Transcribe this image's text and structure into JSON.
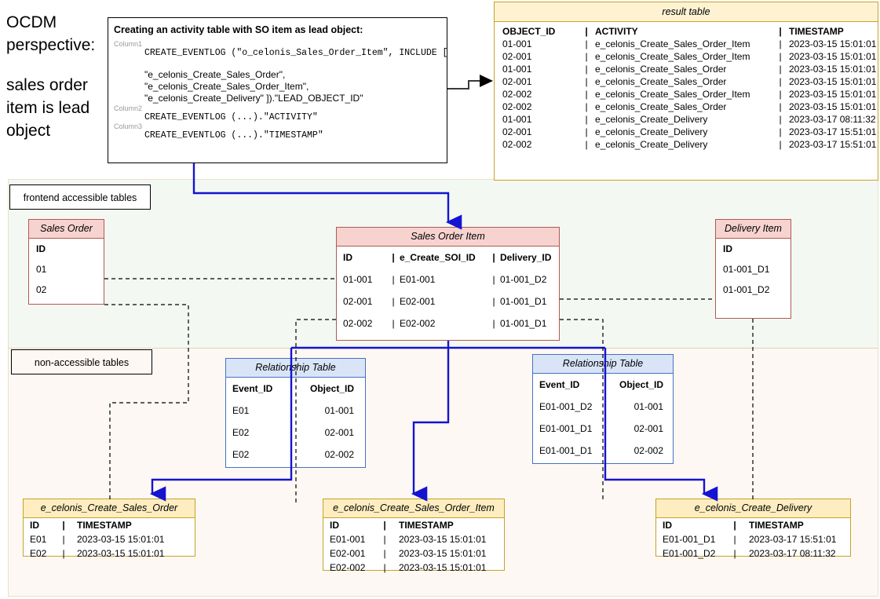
{
  "headline": {
    "line1": "OCDM",
    "line2": "perspective:",
    "line3": "sales order",
    "line4": "item is lead",
    "line5": "object"
  },
  "code_box": {
    "title": "Creating an activity table with SO item as lead object:",
    "column1_label": "Column1",
    "column1_lines": [
      "CREATE_EVENTLOG (\"o_celonis_Sales_Order_Item\", INCLUDE [",
      "\"e_celonis_Create_Sales_Order\",",
      "\"e_celonis_Create_Sales_Order_Item\",",
      "\"e_celonis_Create_Delivery\" ]).\"LEAD_OBJECT_ID\""
    ],
    "column2_label": "Column2",
    "column2_line": "CREATE_EVENTLOG (...).\"ACTIVITY\"",
    "column3_label": "Column3",
    "column3_line": "CREATE_EVENTLOG (...).\"TIMESTAMP\""
  },
  "result_table": {
    "caption": "result table",
    "columns": [
      "OBJECT_ID",
      "|",
      "ACTIVITY",
      "|",
      "TIMESTAMP"
    ],
    "rows": [
      [
        "01-001",
        "|",
        "e_celonis_Create_Sales_Order_Item",
        "|",
        "2023-03-15 15:01:01"
      ],
      [
        "02-001",
        "|",
        "e_celonis_Create_Sales_Order_Item",
        "|",
        "2023-03-15 15:01:01"
      ],
      [
        "01-001",
        "|",
        "e_celonis_Create_Sales_Order",
        "|",
        "2023-03-15 15:01:01"
      ],
      [
        "02-001",
        "|",
        "e_celonis_Create_Sales_Order",
        "|",
        "2023-03-15 15:01:01"
      ],
      [
        "02-002",
        "|",
        "e_celonis_Create_Sales_Order_Item",
        "|",
        "2023-03-15 15:01:01"
      ],
      [
        "02-002",
        "|",
        "e_celonis_Create_Sales_Order",
        "|",
        "2023-03-15 15:01:01"
      ],
      [
        "01-001",
        "|",
        "e_celonis_Create_Delivery",
        "|",
        "2023-03-17 08:11:32"
      ],
      [
        "02-001",
        "|",
        "e_celonis_Create_Delivery",
        "|",
        "2023-03-17 15:51:01"
      ],
      [
        "02-002",
        "|",
        "e_celonis_Create_Delivery",
        "|",
        "2023-03-17 15:51:01"
      ]
    ]
  },
  "zones": {
    "frontend_label": "frontend accessible tables",
    "non_accessible_label": "non-accessible tables"
  },
  "sales_order": {
    "caption": "Sales Order",
    "columns": [
      "ID"
    ],
    "rows": [
      [
        "01"
      ],
      [
        "02"
      ]
    ]
  },
  "sales_order_item": {
    "caption": "Sales Order Item",
    "columns": [
      "ID",
      "|",
      "e_Create_SOI_ID",
      "|",
      "Delivery_ID"
    ],
    "rows": [
      [
        "01-001",
        "|",
        "E01-001",
        "|",
        "01-001_D2"
      ],
      [
        "02-001",
        "|",
        "E02-001",
        "|",
        "01-001_D1"
      ],
      [
        "02-002",
        "|",
        "E02-002",
        "|",
        "01-001_D1"
      ]
    ]
  },
  "delivery_item": {
    "caption": "Delivery Item",
    "columns": [
      "ID"
    ],
    "rows": [
      [
        "01-001_D1"
      ],
      [
        "01-001_D2"
      ]
    ]
  },
  "relationship_table_1": {
    "caption": "Relationship Table",
    "columns": [
      "Event_ID",
      "Object_ID"
    ],
    "rows": [
      [
        "E01",
        "01-001"
      ],
      [
        "E02",
        "02-001"
      ],
      [
        "E02",
        "02-002"
      ]
    ]
  },
  "relationship_table_2": {
    "caption": "Relationship Table",
    "columns": [
      "Event_ID",
      "Object_ID"
    ],
    "rows": [
      [
        "E01-001_D2",
        "01-001"
      ],
      [
        "E01-001_D1",
        "02-001"
      ],
      [
        "E01-001_D1",
        "02-002"
      ]
    ]
  },
  "event_sales_order": {
    "caption": "e_celonis_Create_Sales_Order",
    "columns": [
      "ID",
      "|",
      "TIMESTAMP"
    ],
    "rows": [
      [
        "E01",
        "|",
        "2023-03-15 15:01:01"
      ],
      [
        "E02",
        "|",
        "2023-03-15 15:01:01"
      ]
    ]
  },
  "event_sales_order_item": {
    "caption": "e_celonis_Create_Sales_Order_Item",
    "columns": [
      "ID",
      "|",
      "TIMESTAMP"
    ],
    "rows": [
      [
        "E01-001",
        "|",
        "2023-03-15 15:01:01"
      ],
      [
        "E02-001",
        "|",
        "2023-03-15 15:01:01"
      ],
      [
        "E02-002",
        "|",
        "2023-03-15 15:01:01"
      ]
    ]
  },
  "event_delivery": {
    "caption": "e_celonis_Create_Delivery",
    "columns": [
      "ID",
      "|",
      "TIMESTAMP"
    ],
    "rows": [
      [
        "E01-001_D1",
        "|",
        "2023-03-17 15:51:01"
      ],
      [
        "E01-001_D2",
        "|",
        "2023-03-17 08:11:32"
      ]
    ]
  },
  "colors": {
    "object_table": "#f7d3d0",
    "relationship_table": "#d9e5f7",
    "event_table": "#fdedc0",
    "result_table": "#fdf3d3",
    "flow_arrow": "#1414d2",
    "zone_top_bg": "#f3f8f3",
    "zone_bottom_bg": "#fdf8f3"
  }
}
